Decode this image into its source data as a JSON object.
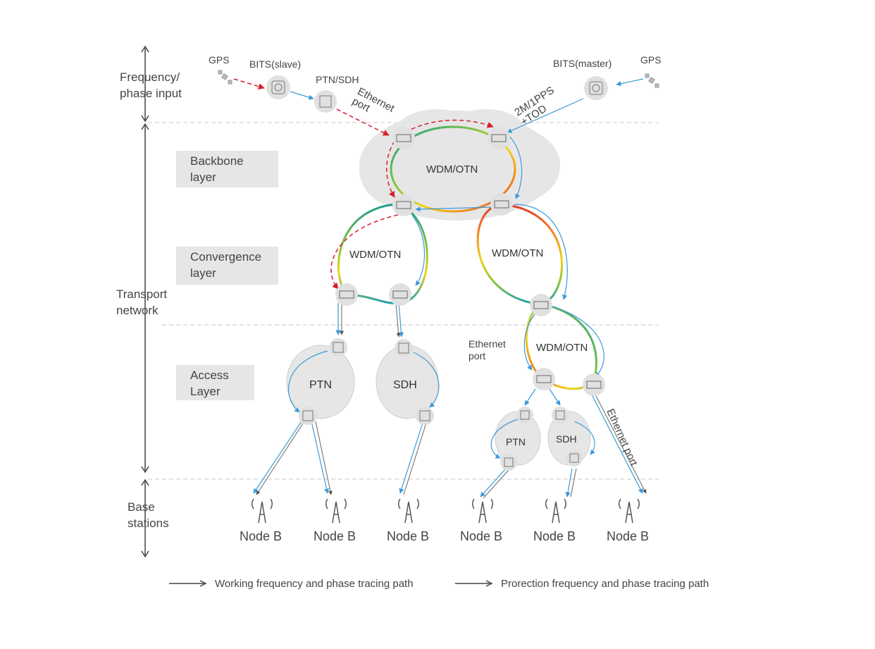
{
  "colors": {
    "working": "#3a9ad9",
    "protection": "#d81e2c",
    "grid": "#c8c8c8",
    "layer_bg": "#e6e6e6",
    "node_fill": "#e0e0e0",
    "cloud": "#e6e6e6"
  },
  "side_labels": {
    "frequency": "Frequency/\nphase input",
    "transport": "Transport\nnetwork",
    "base": "Base\nstations"
  },
  "layers": {
    "backbone": "Backbone\nlayer",
    "convergence": "Convergence\nlayer",
    "access": "Access\nLayer"
  },
  "inputs": {
    "gps_left": "GPS",
    "gps_right": "GPS",
    "bits_slave": "BITS(slave)",
    "bits_master": "BITS(master)",
    "ptn_sdh": "PTN/SDH",
    "ethernet_port_top": "Ethernet\nport",
    "timing_port": "2M/1PPS\n+TOD"
  },
  "rings": {
    "backbone": "WDM/OTN",
    "conv_left": "WDM/OTN",
    "conv_right": "WDM/OTN",
    "access_ring": "WDM/OTN",
    "ptn_left": "PTN",
    "sdh_left": "SDH",
    "ptn_right": "PTN",
    "sdh_right": "SDH"
  },
  "ports": {
    "ethernet_mid": "Ethernet\nport",
    "ethernet_right": "Ethernet port"
  },
  "node_b_labels": [
    "Node B",
    "Node B",
    "Node B",
    "Node B",
    "Node B",
    "Node B"
  ],
  "legend": {
    "working": "Working frequency and phase tracing path",
    "protection": "Prorection frequency and phase tracing path"
  }
}
